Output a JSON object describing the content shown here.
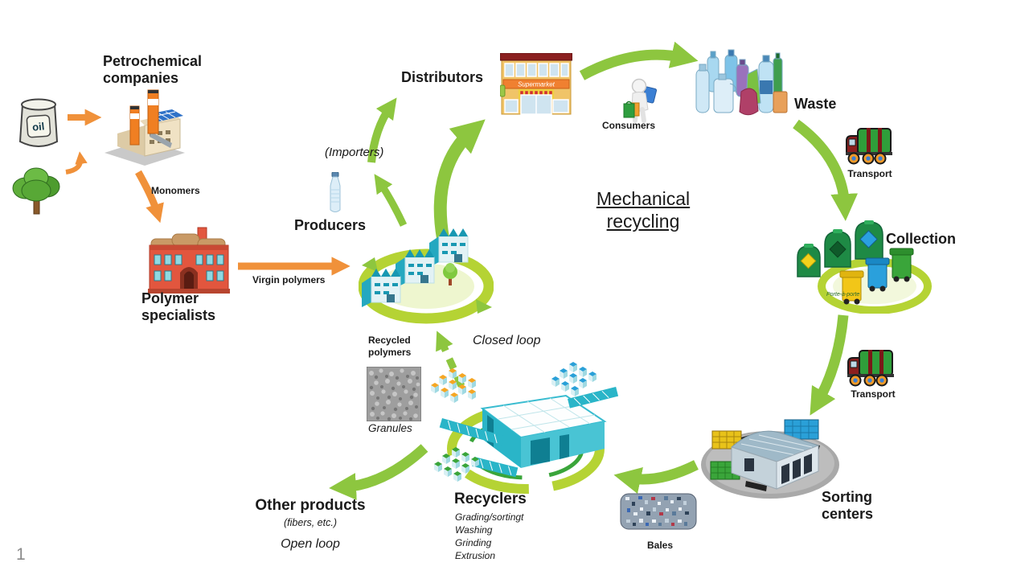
{
  "page_number": "1",
  "title": "Mechanical\nrecycling",
  "colors": {
    "arrow_green": "#8dc63f",
    "arrow_orange": "#f0913a",
    "ring_green": "#b5d334",
    "text": "#1a1a1a",
    "page_number_gray": "#8a8a8a"
  },
  "stages": {
    "petrochemical": "Petrochemical\ncompanies",
    "polymer_specialists": "Polymer\nspecialists",
    "producers": "Producers",
    "importers": "(Importers)",
    "distributors": "Distributors",
    "consumers": "Consumers",
    "waste": "Waste",
    "transport_to_collection": "Transport",
    "collection": "Collection",
    "transport_to_sorting": "Transport",
    "sorting_centers": "Sorting\ncenters",
    "bales": "Bales",
    "recyclers": "Recyclers",
    "recycler_steps": "Grading/sortingt\nWashing\nGrinding\nExtrusion",
    "recycled_polymers": "Recycled\npolymers",
    "granules": "Granules",
    "other_products": "Other products",
    "other_products_sub": "(fibers, etc.)",
    "open_loop": "Open loop",
    "closed_loop": "Closed loop"
  },
  "flows": {
    "monomers": "Monomers",
    "virgin_polymers": "Virgin polymers"
  },
  "icon_text": {
    "oil_barrel": "oil",
    "supermarket_sign": "Supermarket",
    "collection_note": "Porte-à-porte"
  }
}
